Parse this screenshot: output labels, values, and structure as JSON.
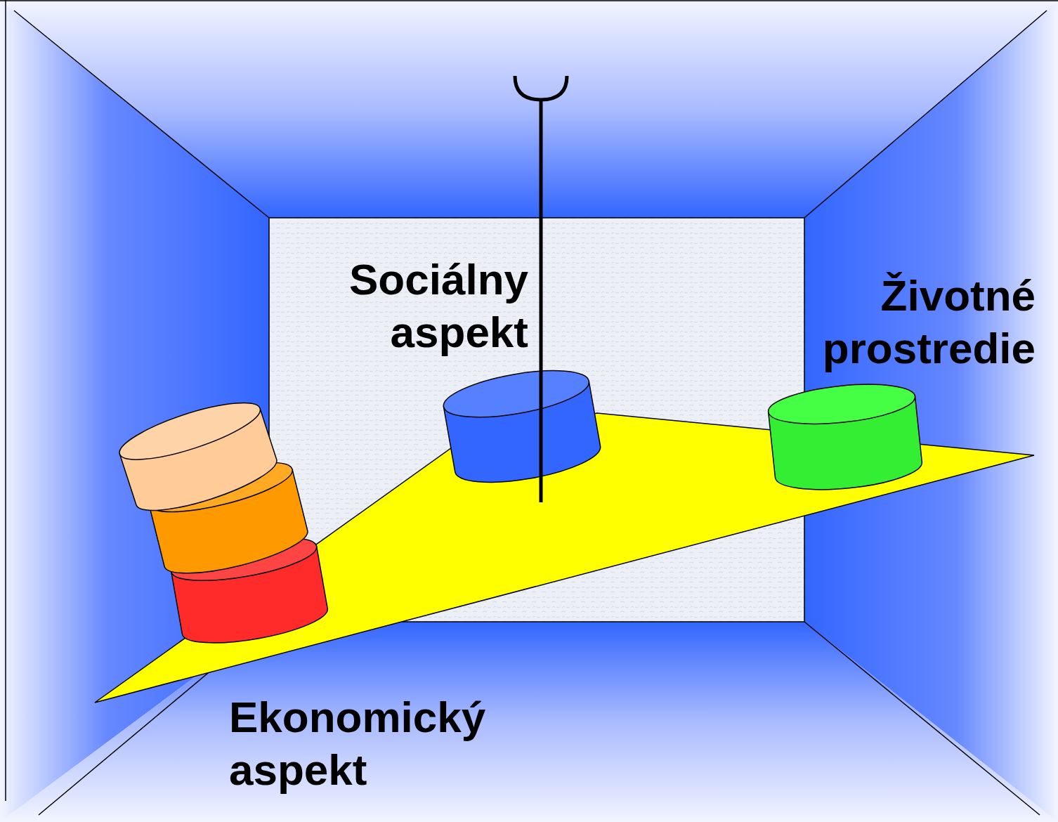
{
  "diagram": {
    "labels": [
      "Sociálny aspekt",
      "Životné prostredie",
      "Ekonomický aspekt"
    ]
  }
}
